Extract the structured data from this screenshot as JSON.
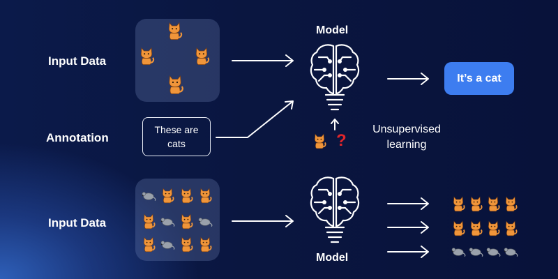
{
  "labels": {
    "input_top": "Input Data",
    "annotation": "Annotation",
    "input_bottom": "Input Data"
  },
  "annotation_box": {
    "line1": "These are",
    "line2": "cats"
  },
  "model_top": "Model",
  "model_bottom": "Model",
  "result": "It’s a cat",
  "unsupervised": {
    "line1": "Unsupervised",
    "line2": "learning"
  },
  "question_mark": "?",
  "colors": {
    "accent": "#3d7df0",
    "question": "#e0262b",
    "cat": "#f0953a",
    "mouse": "#9aa1ab",
    "line": "#ffffff"
  },
  "icons": {
    "brain": "brain-lightbulb-icon",
    "cat": "cat-icon",
    "mouse": "mouse-icon",
    "arrow": "arrow-right-icon"
  }
}
